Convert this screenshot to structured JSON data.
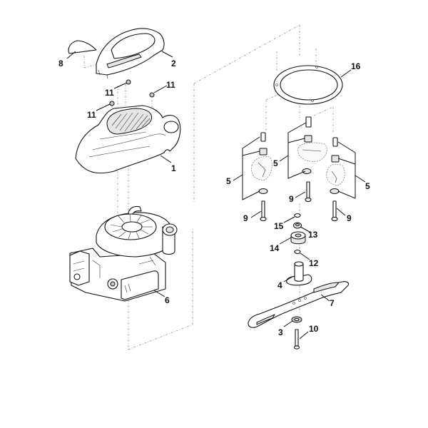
{
  "diagram": {
    "type": "exploded-parts-view",
    "subject": "lawn mower engine, covers and blade assembly",
    "callouts": [
      {
        "id": "c1",
        "label": "1",
        "part": "engine-cover"
      },
      {
        "id": "c2",
        "label": "2",
        "part": "top-cover"
      },
      {
        "id": "c3",
        "label": "3",
        "part": "blade-washer"
      },
      {
        "id": "c4",
        "label": "4",
        "part": "blade-hub"
      },
      {
        "id": "c5a",
        "label": "5",
        "part": "blade-clutch-kit-left"
      },
      {
        "id": "c5b",
        "label": "5",
        "part": "blade-clutch-kit-center"
      },
      {
        "id": "c5c",
        "label": "5",
        "part": "blade-clutch-kit-right"
      },
      {
        "id": "c6",
        "label": "6",
        "part": "engine"
      },
      {
        "id": "c7",
        "label": "7",
        "part": "blade"
      },
      {
        "id": "c8",
        "label": "8",
        "part": "cap-insert"
      },
      {
        "id": "c9a",
        "label": "9",
        "part": "bolt-left"
      },
      {
        "id": "c9b",
        "label": "9",
        "part": "bolt-center"
      },
      {
        "id": "c9c",
        "label": "9",
        "part": "bolt-right"
      },
      {
        "id": "c10",
        "label": "10",
        "part": "blade-bolt"
      },
      {
        "id": "c11a",
        "label": "11",
        "part": "nut-top-center"
      },
      {
        "id": "c11b",
        "label": "11",
        "part": "nut-top-right"
      },
      {
        "id": "c11c",
        "label": "11",
        "part": "nut-left"
      },
      {
        "id": "c12",
        "label": "12",
        "part": "small-ring-lower"
      },
      {
        "id": "c13",
        "label": "13",
        "part": "spacer-nut"
      },
      {
        "id": "c14",
        "label": "14",
        "part": "bearing"
      },
      {
        "id": "c15",
        "label": "15",
        "part": "small-ring-upper"
      },
      {
        "id": "c16",
        "label": "16",
        "part": "gasket-ring"
      }
    ]
  }
}
